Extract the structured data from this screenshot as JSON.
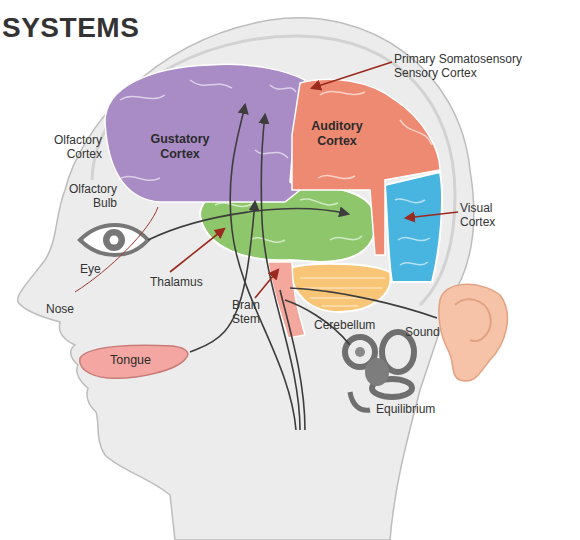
{
  "diagram": {
    "title": "SYSTEMS",
    "nodes": [
      {
        "text": [
          "Gustatory Cortex"
        ]
      },
      {
        "text": [
          "Auditory Cortex"
        ]
      },
      {
        "text": [
          "Tongue"
        ]
      }
    ],
    "edges": [
      {
        "from": 2,
        "to": 0,
        "arrow": "to"
      }
    ],
    "labels": [
      "Primary Somatosensory Sensory Cortex",
      "Olfactory Cortex",
      "Olfactory Bulb",
      "Visual Cortex",
      "Eye",
      "Thalamus",
      "Nose",
      "Brain Stem",
      "Cerebellum",
      "Sound",
      "Equilibrium"
    ]
  }
}
